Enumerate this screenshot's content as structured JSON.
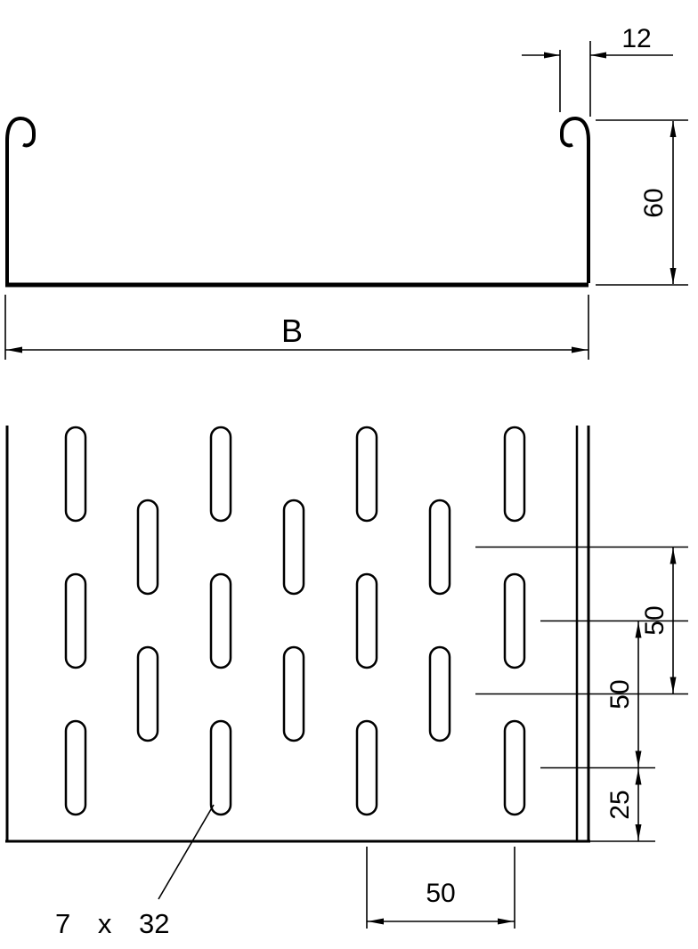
{
  "colors": {
    "line": "#000000",
    "background": "#ffffff"
  },
  "cross_section": {
    "flange_width_label": "12",
    "height_label": "60",
    "width_label": "B"
  },
  "plan_view": {
    "row_pitch_offset_label": "50",
    "row_pitch_main_label": "50",
    "edge_distance_label": "25",
    "column_pitch_label": "50",
    "slot_size_label": "7 x 32"
  }
}
